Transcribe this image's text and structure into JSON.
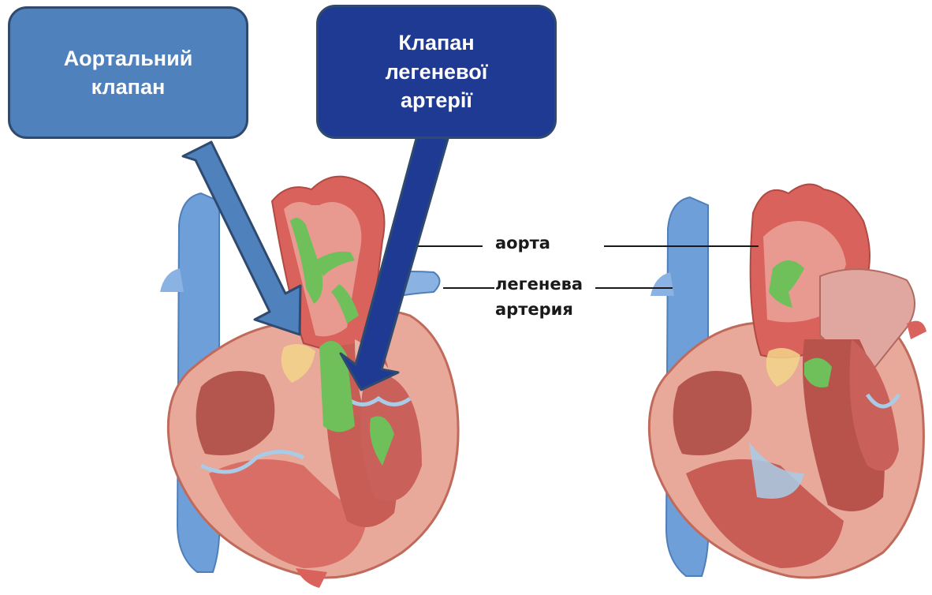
{
  "callouts": {
    "aortic_valve": "Аортальний\nклапан",
    "pulmonary_valve": "Клапан\nлегеневої\nартерії"
  },
  "labels": {
    "aorta": "аорта",
    "pulmonary_artery_line1": "легенева",
    "pulmonary_artery_line2": "артерия"
  },
  "colors": {
    "callout_light": "#4f81bd",
    "callout_dark": "#1f3a93",
    "arrow_light": "#4f81bd",
    "arrow_dark": "#1f3a93",
    "vein_blue": "#6f9fd8",
    "artery_red": "#d9635c",
    "muscle": "#d98c7e",
    "flow_green": "#6fbf5a"
  }
}
